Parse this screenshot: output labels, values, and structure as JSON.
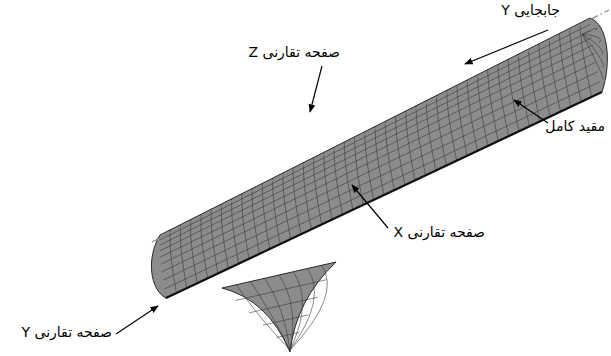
{
  "diagram": {
    "labels": [
      "جابجایی Y",
      "صفحه تقارنی Z",
      "مقید کامل",
      "صفحه تقارنی X",
      "صفحه تقارنی Y"
    ]
  }
}
